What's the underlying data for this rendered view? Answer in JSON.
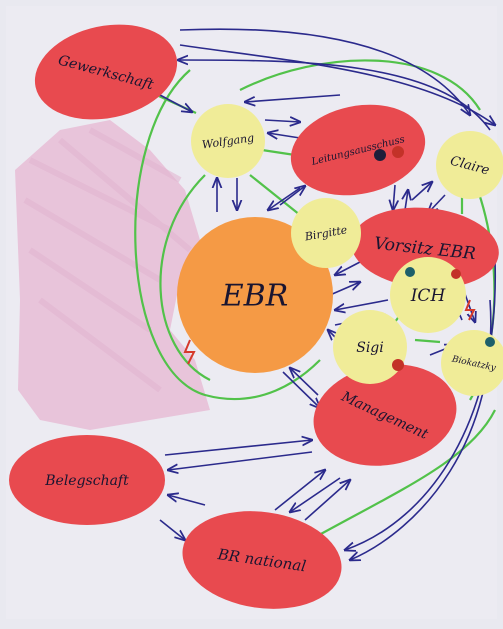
{
  "diagram": {
    "background": "#ecebf2",
    "colors": {
      "red_node": "#e84a4f",
      "orange_node": "#f59a45",
      "yellow_node": "#f0ec98",
      "arrow_blue": "#2b2a8c",
      "line_green": "#52c24a",
      "smudge_pink": "#e6a5c8",
      "accent_red": "#d63a2b"
    },
    "nodes": [
      {
        "id": "gewerkschaft",
        "label": "Gewerkschaft",
        "kind": "red"
      },
      {
        "id": "leitungsausschuss",
        "label": "Leitungsausschuss",
        "kind": "red"
      },
      {
        "id": "vorsitz",
        "label": "Vorsitz EBR",
        "kind": "red"
      },
      {
        "id": "management",
        "label": "Management",
        "kind": "red"
      },
      {
        "id": "belegschaft",
        "label": "Belegschaft",
        "kind": "red"
      },
      {
        "id": "brnational",
        "label": "BR national",
        "kind": "red"
      },
      {
        "id": "ebr",
        "label": "EBR",
        "kind": "orange"
      },
      {
        "id": "wolfgang",
        "label": "Wolfgang",
        "kind": "yellow"
      },
      {
        "id": "claire",
        "label": "Claire",
        "kind": "yellow"
      },
      {
        "id": "birgitte",
        "label": "Birgitte",
        "kind": "yellow"
      },
      {
        "id": "ich",
        "label": "ICH",
        "kind": "yellow"
      },
      {
        "id": "sigi",
        "label": "Sigi",
        "kind": "yellow"
      },
      {
        "id": "biokatzky",
        "label": "Biokatzky",
        "kind": "yellow"
      }
    ]
  }
}
